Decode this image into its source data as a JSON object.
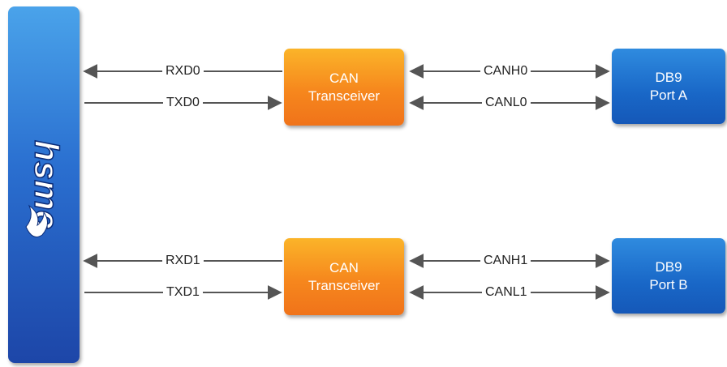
{
  "hsmc": {
    "logo_text": "hsmc"
  },
  "channels": [
    {
      "rx": "RXD0",
      "tx": "TXD0",
      "transceiver": {
        "line1": "CAN",
        "line2": "Transceiver"
      },
      "canh": "CANH0",
      "canl": "CANL0",
      "port": {
        "line1": "DB9",
        "line2": "Port A"
      }
    },
    {
      "rx": "RXD1",
      "tx": "TXD1",
      "transceiver": {
        "line1": "CAN",
        "line2": "Transceiver"
      },
      "canh": "CANH1",
      "canl": "CANL1",
      "port": {
        "line1": "DB9",
        "line2": "Port B"
      }
    }
  ],
  "colors": {
    "hsmc": "#2a6fd0",
    "transceiver": "#f6871d",
    "port": "#1967c7",
    "wire": "#555555"
  }
}
